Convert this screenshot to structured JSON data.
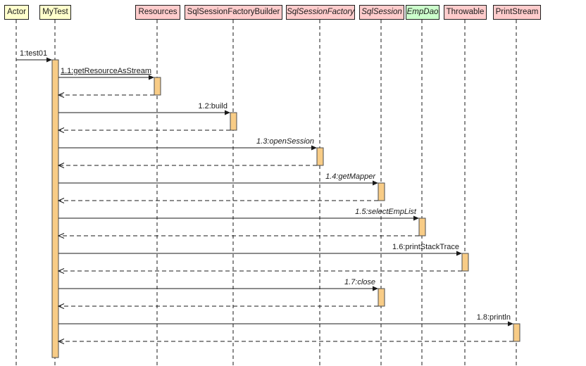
{
  "diagram": {
    "kind": "uml-sequence-diagram"
  },
  "participants": [
    {
      "label": "Actor",
      "style": "class",
      "fill": "#FFFFCC"
    },
    {
      "label": "MyTest",
      "style": "class",
      "fill": "#FFFFCC"
    },
    {
      "label": "Resources",
      "style": "class",
      "fill": "#FFCCCC"
    },
    {
      "label": "SqlSessionFactoryBuilder",
      "style": "class",
      "fill": "#FFCCCC"
    },
    {
      "label": "SqlSessionFactory",
      "style": "interface",
      "fill": "#FFCCCC"
    },
    {
      "label": "SqlSession",
      "style": "interface",
      "fill": "#FFCCCC"
    },
    {
      "label": "EmpDao",
      "style": "interface",
      "fill": "#CCFFCC"
    },
    {
      "label": "Throwable",
      "style": "class",
      "fill": "#FFCCCC"
    },
    {
      "label": "PrintStream",
      "style": "class",
      "fill": "#FFCCCC"
    }
  ],
  "messages": [
    {
      "label": "1:test01",
      "from": "Actor",
      "to": "MyTest",
      "kind": "call"
    },
    {
      "label": "1.1:getResourceAsStream",
      "from": "MyTest",
      "to": "Resources",
      "kind": "call",
      "static": true
    },
    {
      "label": "1.2:build",
      "from": "MyTest",
      "to": "SqlSessionFactoryBuilder",
      "kind": "call"
    },
    {
      "label": "1.3:openSession",
      "from": "MyTest",
      "to": "SqlSessionFactory",
      "kind": "call",
      "abstract": true
    },
    {
      "label": "1.4:getMapper",
      "from": "MyTest",
      "to": "SqlSession",
      "kind": "call",
      "abstract": true
    },
    {
      "label": "1.5:selectEmpList",
      "from": "MyTest",
      "to": "EmpDao",
      "kind": "call",
      "abstract": true
    },
    {
      "label": "1.6:printStackTrace",
      "from": "MyTest",
      "to": "Throwable",
      "kind": "call"
    },
    {
      "label": "1.7:close",
      "from": "MyTest",
      "to": "SqlSession",
      "kind": "call",
      "abstract": true
    },
    {
      "label": "1.8:println",
      "from": "MyTest",
      "to": "PrintStream",
      "kind": "call"
    }
  ],
  "colors": {
    "class_fill_yellow": "#FFFFCC",
    "class_fill_pink": "#FFCCCC",
    "interface_impl_fill_green": "#CCFFCC",
    "activation_fill": "#F8CC86",
    "activation_border": "#4d4d4d",
    "line": "#1a1a1a"
  }
}
